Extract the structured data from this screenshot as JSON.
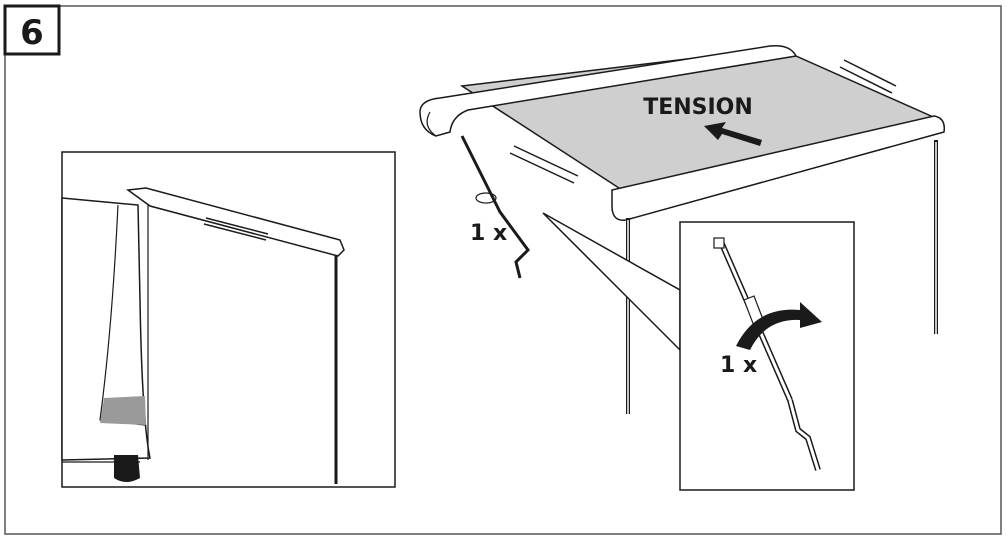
{
  "step": {
    "number": "6"
  },
  "main_view": {
    "tension_label": "TENSION",
    "crank_count": "1 x"
  },
  "detail_view": {
    "crank_count": "1 x"
  },
  "colors": {
    "line": "#1a1a1a",
    "canopy": "#cfcfcf",
    "shade": "#9a9a9a",
    "background": "#ffffff"
  }
}
